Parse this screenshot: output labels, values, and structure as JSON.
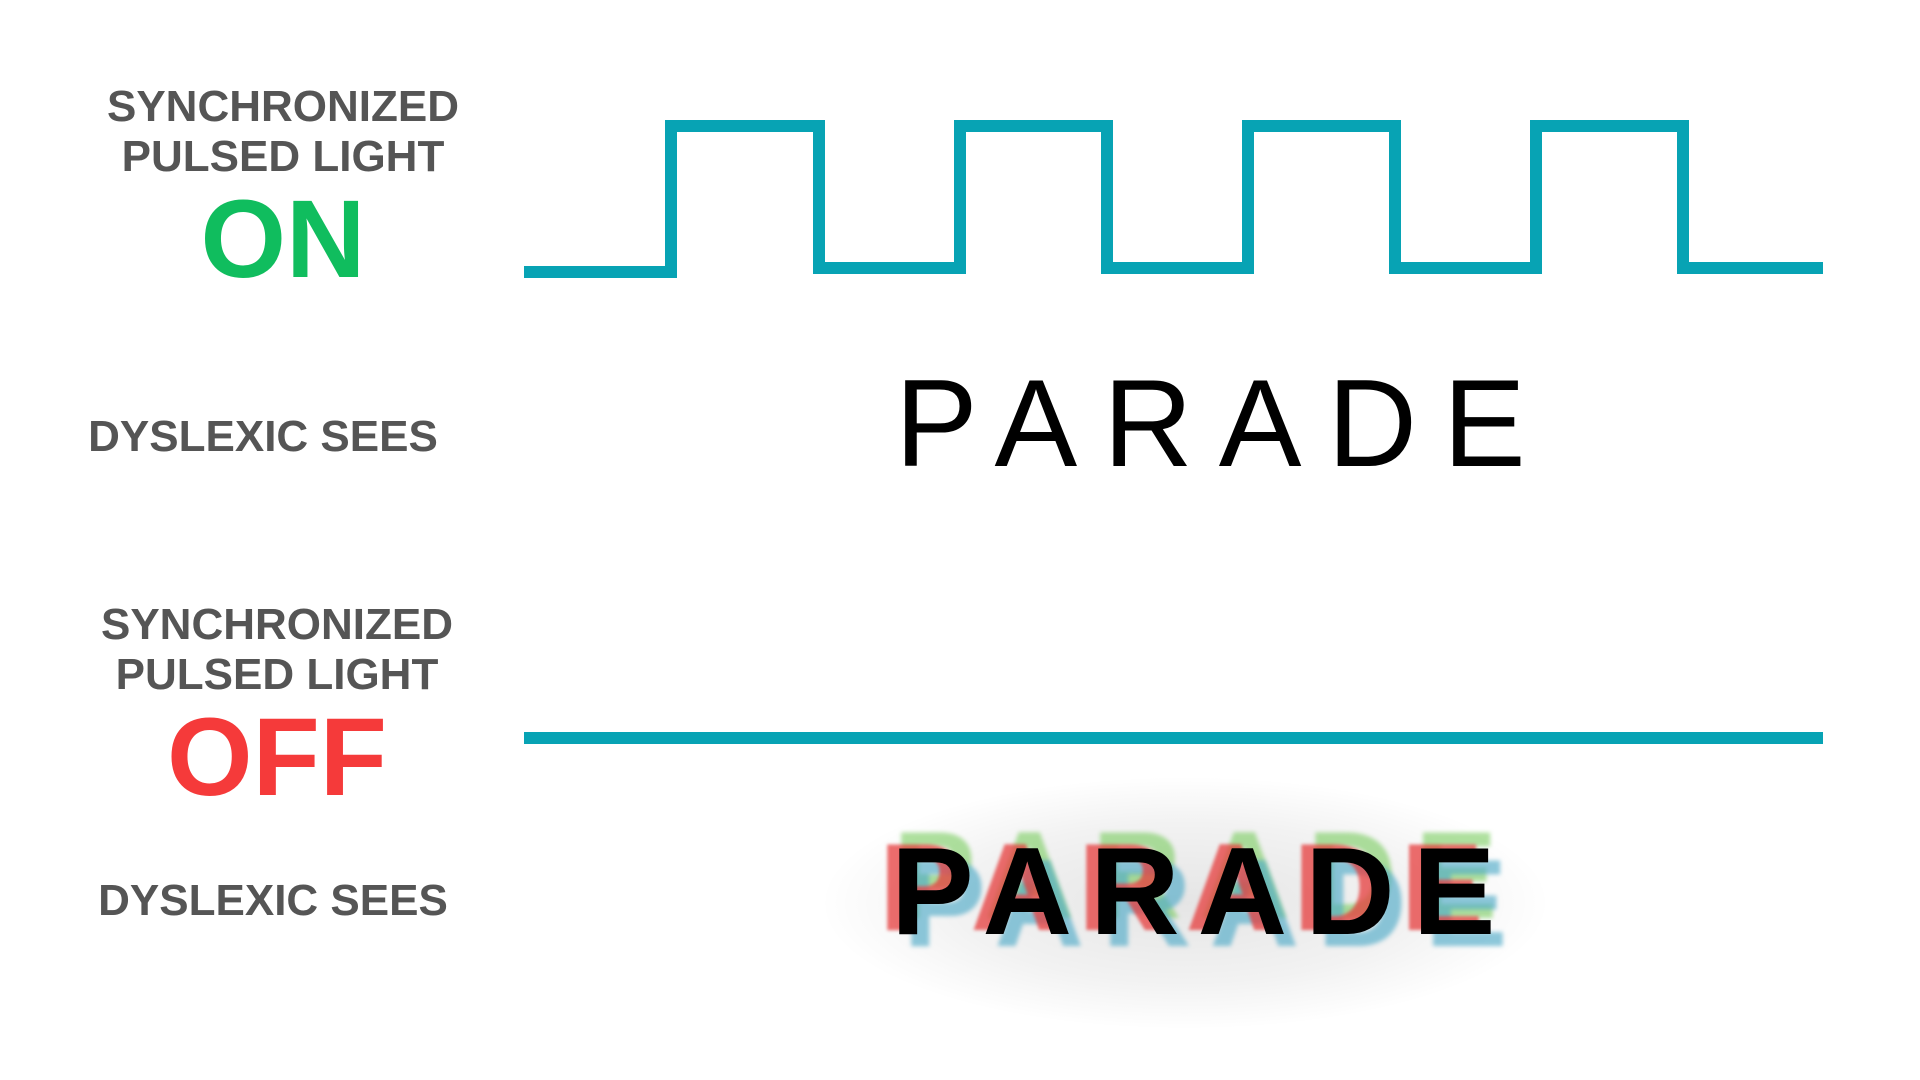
{
  "on_section": {
    "title_line1": "SYNCHRONIZED",
    "title_line2": "PULSED LIGHT",
    "status": "ON",
    "sees_label": "DYSLEXIC SEES",
    "word": "PARADE"
  },
  "off_section": {
    "title_line1": "SYNCHRONIZED",
    "title_line2": "PULSED LIGHT",
    "status": "OFF",
    "sees_label": "DYSLEXIC SEES",
    "word": "PARADE"
  },
  "colors": {
    "signal": "#07a3b4",
    "on": "#10bd5e",
    "off": "#f53a3a",
    "label": "#555555",
    "word": "#000000"
  },
  "signals": {
    "on_waveform": "square-wave",
    "on_pulses": 4,
    "off_waveform": "flat-line"
  }
}
